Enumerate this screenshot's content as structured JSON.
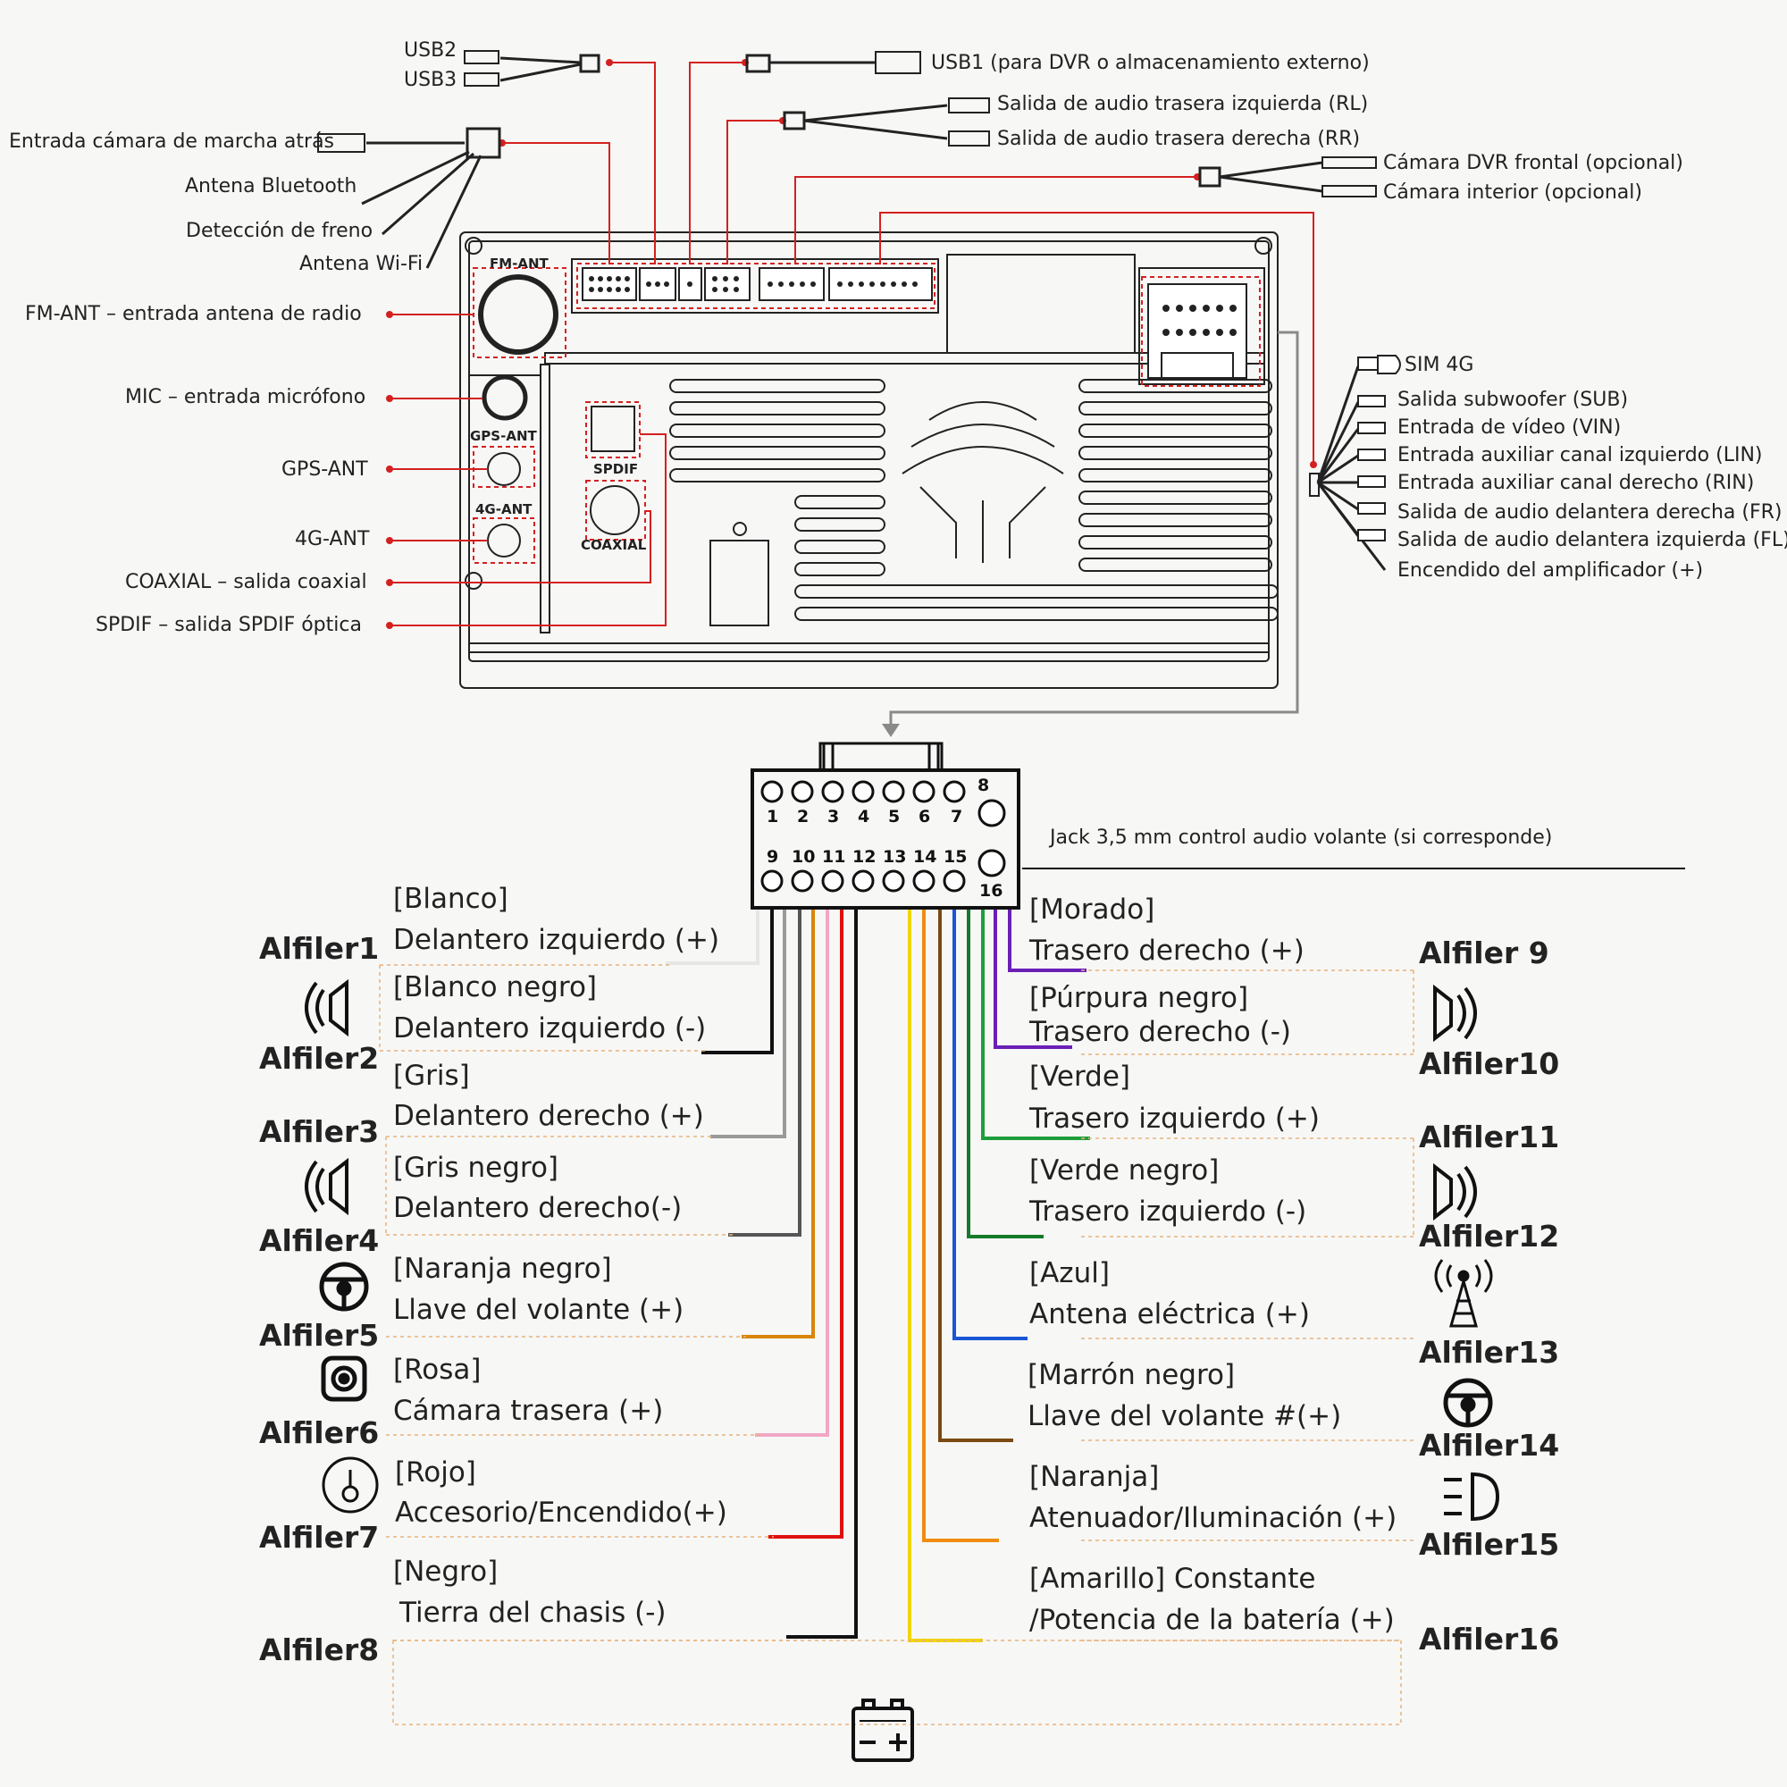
{
  "top_left_labels": {
    "usb2": "USB2",
    "usb3": "USB3",
    "reverse_camera": "Entrada cámara de marcha atrás",
    "bluetooth": "Antena Bluetooth",
    "brake": "Detección de freno",
    "wifi": "Antena Wi-Fi",
    "fm": "FM-ANT – entrada antena de radio",
    "mic": "MIC – entrada micrófono",
    "gps": "GPS-ANT",
    "ant4g": "4G-ANT",
    "coaxial": "COAXIAL – salida coaxial",
    "spdif": "SPDIF – salida SPDIF óptica"
  },
  "top_right_labels": {
    "usb1": "USB1 (para DVR o almacenamiento externo)",
    "rl": "Salida de audio trasera izquierda (RL)",
    "rr": "Salida de audio trasera derecha (RR)",
    "dvr_front": "Cámara DVR frontal (opcional)",
    "interior": "Cámara interior (opcional)"
  },
  "side_labels": {
    "sim": "SIM 4G",
    "sub": "Salida subwoofer (SUB)",
    "vin": "Entrada de vídeo (VIN)",
    "lin": "Entrada auxiliar canal izquierdo (LIN)",
    "rin": "Entrada auxiliar canal derecho (RIN)",
    "fr": "Salida de audio delantera derecha (FR)",
    "fl": "Salida de audio delantera izquierda (FL)",
    "amp": "Encendido del amplificador (+)"
  },
  "unit_labels": {
    "fm": "FM-ANT",
    "gps": "GPS-ANT",
    "ant4g": "4G-ANT",
    "spdif": "SPDIF",
    "coaxial": "COAXIAL"
  },
  "jack_label": "Jack 3,5 mm control audio volante (si corresponde)",
  "connector_pins_top": [
    "1",
    "2",
    "3",
    "4",
    "5",
    "6",
    "7",
    "8"
  ],
  "connector_pins_bottom": [
    "9",
    "10",
    "11",
    "12",
    "13",
    "14",
    "15",
    "16"
  ],
  "left_pins": [
    {
      "pin": "Alfiler1",
      "color_label": "[Blanco]",
      "function": "Delantero izquierdo (+)",
      "wire": "#e6e6e6"
    },
    {
      "pin": "Alfiler2",
      "color_label": "[Blanco negro]",
      "function": "Delantero izquierdo (-)",
      "wire": "#111111"
    },
    {
      "pin": "Alfiler3",
      "color_label": "[Gris]",
      "function": "Delantero derecho (+)",
      "wire": "#9a9a9a"
    },
    {
      "pin": "Alfiler4",
      "color_label": "[Gris negro]",
      "function": "Delantero derecho(-)",
      "wire": "#555555"
    },
    {
      "pin": "Alfiler5",
      "color_label": "[Naranja negro]",
      "function": "Llave del volante (+)",
      "wire": "#d9850a"
    },
    {
      "pin": "Alfiler6",
      "color_label": "[Rosa]",
      "function": "Cámara trasera (+)",
      "wire": "#f0a8c4"
    },
    {
      "pin": "Alfiler7",
      "color_label": "[Rojo]",
      "function": "Accesorio/Encendido(+)",
      "wire": "#e01010"
    },
    {
      "pin": "Alfiler8",
      "color_label": "[Negro]",
      "function": "Tierra del chasis (-)",
      "wire": "#111111"
    }
  ],
  "right_pins": [
    {
      "pin": "Alfiler 9",
      "color_label": "[Morado]",
      "function": "Trasero derecho (+)",
      "wire": "#6a1fb5"
    },
    {
      "pin": "Alfiler10",
      "color_label": "[Púrpura negro]",
      "function": "Trasero derecho (-)",
      "wire": "#6a1fb5"
    },
    {
      "pin": "Alfiler11",
      "color_label": "[Verde]",
      "function": "Trasero izquierdo (+)",
      "wire": "#1e9e3a"
    },
    {
      "pin": "Alfiler12",
      "color_label": "[Verde negro]",
      "function": "Trasero izquierdo (-)",
      "wire": "#147a2a"
    },
    {
      "pin": "Alfiler13",
      "color_label": "[Azul]",
      "function": "Antena eléctrica (+)",
      "wire": "#1a55d6"
    },
    {
      "pin": "Alfiler14",
      "color_label": "[Marrón negro]",
      "function": "Llave del volante #(+)",
      "wire": "#7a4a12"
    },
    {
      "pin": "Alfiler15",
      "color_label": "[Naranja]",
      "function": "Atenuador/Iluminación (+)",
      "wire": "#f08c10"
    },
    {
      "pin": "Alfiler16",
      "color_label": "[Amarillo] Constante",
      "function": "/Potencia de la batería (+)",
      "wire": "#f2d600"
    }
  ],
  "colors": {
    "red": "#d42020",
    "grey_line": "#8a8a8a",
    "dash": "#e8b27a",
    "ink": "#222222"
  }
}
